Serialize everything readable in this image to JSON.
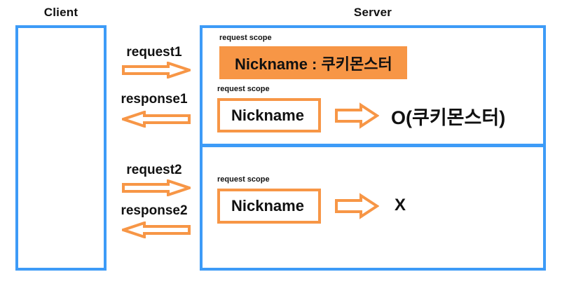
{
  "diagram": {
    "client": {
      "title": "Client"
    },
    "server": {
      "title": "Server"
    },
    "messages": [
      {
        "label": "request1",
        "direction": "right",
        "icon": "arrow-right-icon"
      },
      {
        "label": "response1",
        "direction": "left",
        "icon": "arrow-left-icon"
      },
      {
        "label": "request2",
        "direction": "right",
        "icon": "arrow-right-icon"
      },
      {
        "label": "response2",
        "direction": "left",
        "icon": "arrow-left-icon"
      }
    ],
    "scopes": [
      {
        "label": "request scope",
        "content": "Nickname : 쿠키몬스터",
        "style": "filled"
      },
      {
        "label": "request scope",
        "content": "Nickname",
        "style": "outlined"
      },
      {
        "label": "request scope",
        "content": "Nickname",
        "style": "outlined"
      }
    ],
    "results": [
      {
        "icon": "arrow-right-icon",
        "mark": "O(쿠키몬스터)"
      },
      {
        "icon": "arrow-right-icon",
        "mark": "X"
      }
    ],
    "colors": {
      "panel_border": "#3d9bf7",
      "accent_orange": "#f79646",
      "text": "#111111",
      "background": "#ffffff"
    }
  }
}
